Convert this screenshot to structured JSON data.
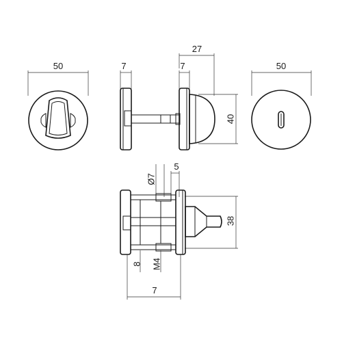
{
  "views": {
    "front_rose": {
      "width_label": "50"
    },
    "side_section": {
      "thickness_label": "7"
    },
    "side_knob": {
      "thickness_label": "7",
      "projection_label": "27",
      "height_label": "40"
    },
    "back_rose": {
      "width_label": "50"
    },
    "bottom_section": {
      "diameter_label": "Ø7",
      "spacing_label": "5",
      "height_label": "38",
      "left_label_a": "8",
      "left_label_b": "M4",
      "depth_label": "7"
    }
  }
}
